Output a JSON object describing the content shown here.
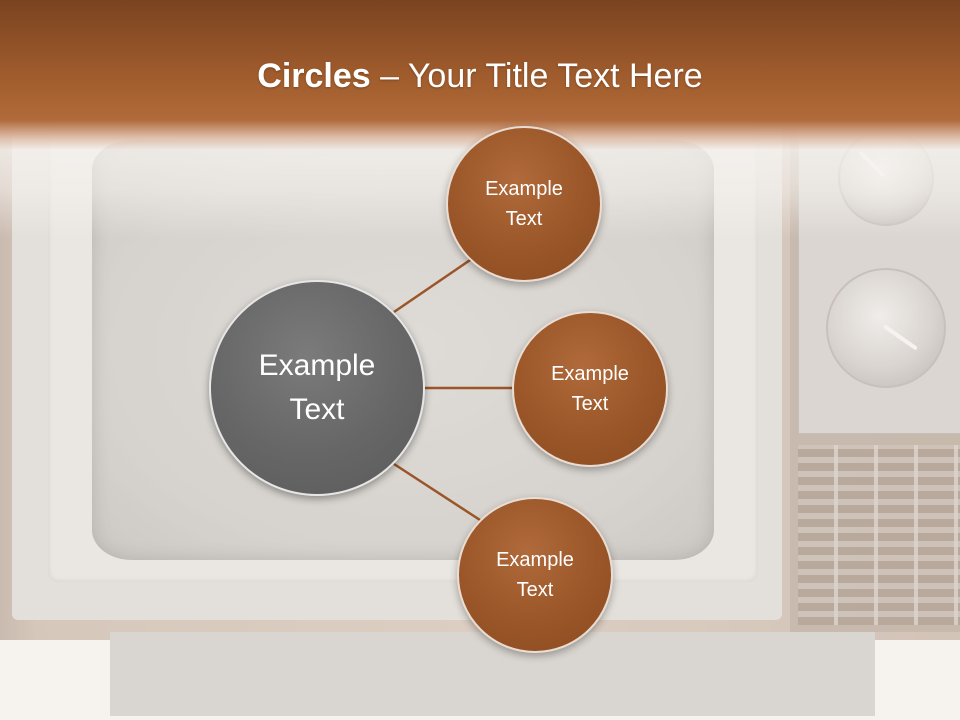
{
  "title": {
    "bold_text": "Circles",
    "rest_text": " – Your Title Text Here"
  },
  "diagram": {
    "center": {
      "line1": "Example",
      "line2": "Text"
    },
    "satellites": [
      {
        "line1": "Example",
        "line2": "Text"
      },
      {
        "line1": "Example",
        "line2": "Text"
      },
      {
        "line1": "Example",
        "line2": "Text"
      }
    ]
  },
  "colors": {
    "title_bar": "#a35e2e",
    "center_circle": "#666666",
    "satellite_circle": "#9a5628",
    "connector": "#9a5628"
  }
}
